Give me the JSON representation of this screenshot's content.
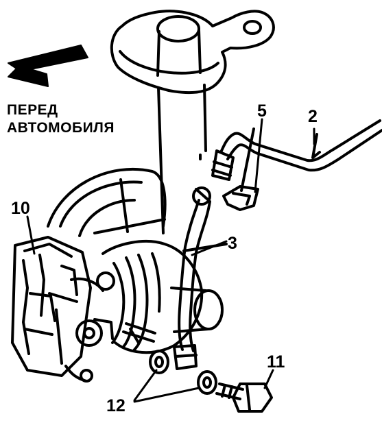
{
  "diagram": {
    "direction_label": {
      "line1": "ПЕРЕД",
      "line2": "АВТОМОБИЛЯ"
    },
    "callouts": {
      "n2": "2",
      "n3": "3",
      "n5": "5",
      "n10": "10",
      "n11": "11",
      "n12": "12"
    },
    "colors": {
      "ink": "#000000",
      "paper": "#ffffff"
    }
  }
}
